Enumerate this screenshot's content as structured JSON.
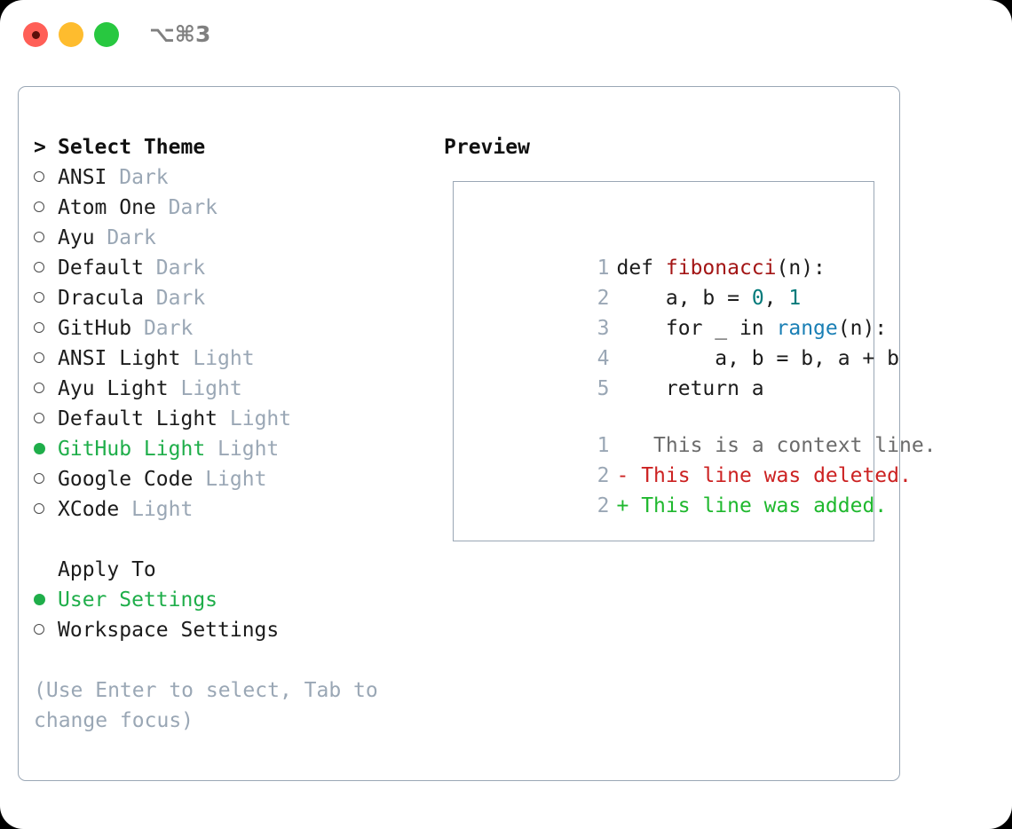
{
  "titlebar": {
    "shortcut": "⌥⌘3",
    "buttons": [
      "close",
      "minimize",
      "zoom"
    ]
  },
  "theme_list": {
    "header_marker": ">",
    "header_label": "Select Theme",
    "items": [
      {
        "marker": "empty",
        "name": "ANSI",
        "suffix": "Dark",
        "selected": false
      },
      {
        "marker": "empty",
        "name": "Atom One",
        "suffix": "Dark",
        "selected": false
      },
      {
        "marker": "empty",
        "name": "Ayu",
        "suffix": "Dark",
        "selected": false
      },
      {
        "marker": "empty",
        "name": "Default",
        "suffix": "Dark",
        "selected": false
      },
      {
        "marker": "empty",
        "name": "Dracula",
        "suffix": "Dark",
        "selected": false
      },
      {
        "marker": "empty",
        "name": "GitHub",
        "suffix": "Dark",
        "selected": false
      },
      {
        "marker": "empty",
        "name": "ANSI Light",
        "suffix": "Light",
        "selected": false
      },
      {
        "marker": "empty",
        "name": "Ayu Light",
        "suffix": "Light",
        "selected": false
      },
      {
        "marker": "empty",
        "name": "Default Light",
        "suffix": "Light",
        "selected": false
      },
      {
        "marker": "filled",
        "name": "GitHub Light",
        "suffix": "Light",
        "selected": true
      },
      {
        "marker": "empty",
        "name": "Google Code",
        "suffix": "Light",
        "selected": false
      },
      {
        "marker": "empty",
        "name": "XCode",
        "suffix": "Light",
        "selected": false
      }
    ]
  },
  "apply_to": {
    "section_label": "Apply To",
    "items": [
      {
        "marker": "filled",
        "name": "User Settings",
        "selected": true
      },
      {
        "marker": "empty",
        "name": "Workspace Settings",
        "selected": false
      }
    ]
  },
  "hint": "(Use Enter to select, Tab to change focus)",
  "preview": {
    "title": "Preview",
    "code_lines": [
      {
        "no": "1",
        "segments": [
          {
            "t": "def ",
            "c": "plain"
          },
          {
            "t": "fibonacci",
            "c": "fn"
          },
          {
            "t": "(n):",
            "c": "plain"
          }
        ]
      },
      {
        "no": "2",
        "segments": [
          {
            "t": "    a, b = ",
            "c": "plain"
          },
          {
            "t": "0",
            "c": "num"
          },
          {
            "t": ", ",
            "c": "plain"
          },
          {
            "t": "1",
            "c": "num"
          }
        ]
      },
      {
        "no": "3",
        "segments": [
          {
            "t": "    for _ in ",
            "c": "plain"
          },
          {
            "t": "range",
            "c": "call"
          },
          {
            "t": "(n):",
            "c": "plain"
          }
        ]
      },
      {
        "no": "4",
        "segments": [
          {
            "t": "        a, b = b, a + b",
            "c": "plain"
          }
        ]
      },
      {
        "no": "5",
        "segments": [
          {
            "t": "    return a",
            "c": "plain"
          }
        ]
      }
    ],
    "diff_lines": [
      {
        "no": "1",
        "marker": " ",
        "text": "  This is a context line.",
        "kind": "context"
      },
      {
        "no": "2",
        "marker": "-",
        "text": "This line was deleted.",
        "kind": "deleted"
      },
      {
        "no": "2",
        "marker": "+",
        "text": "This line was added.",
        "kind": "added"
      }
    ]
  },
  "colors": {
    "accent_green": "#1fae4a",
    "muted": "#9aa7b5",
    "diff_added": "#1fb82e",
    "diff_deleted": "#cc2222",
    "token_function": "#a31515",
    "token_number": "#007a7a",
    "token_call": "#1a7fb5"
  }
}
